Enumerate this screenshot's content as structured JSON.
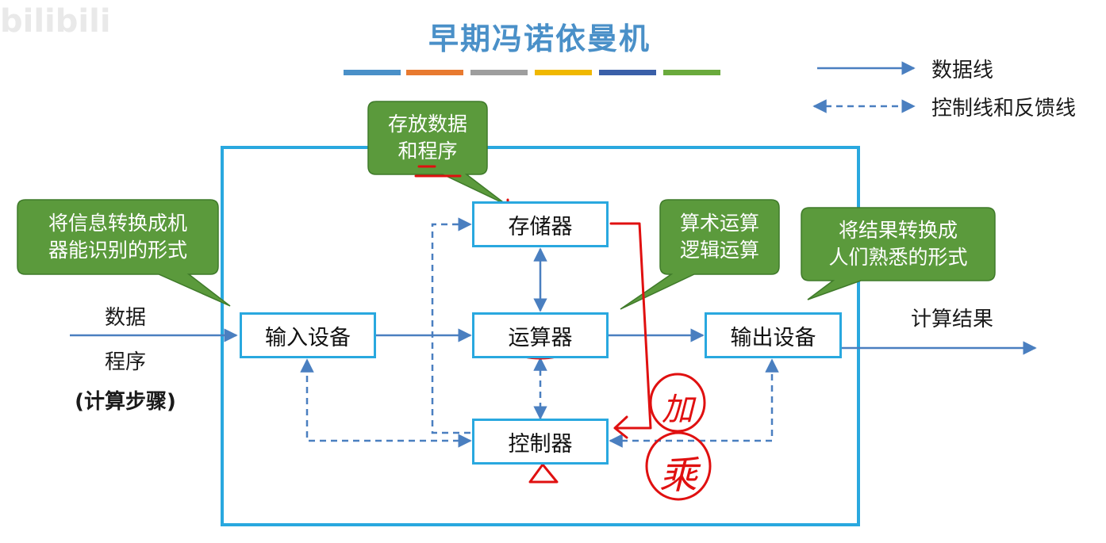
{
  "watermark": "bilibili",
  "title": "早期冯诺依曼机",
  "colors": {
    "accent": "#4a90c8",
    "frame": "#29a8df",
    "callout_fill": "#5b9a3c",
    "callout_stroke": "#3f7a2a",
    "arrow": "#4a7fc0",
    "annotation": "#e01010",
    "title_bars": [
      "#4a90c8",
      "#e87a30",
      "#9e9e9e",
      "#f0b800",
      "#3a5fa8",
      "#6aaa3c"
    ]
  },
  "legend": {
    "data_line": "数据线",
    "control_line": "控制线和反馈线"
  },
  "components": {
    "memory": "存储器",
    "alu": "运算器",
    "controller": "控制器",
    "input": "输入设备",
    "output": "输出设备"
  },
  "callouts": {
    "memory_note": [
      "存放数据",
      "和程序"
    ],
    "input_note": [
      "将信息转换成机",
      "器能识别的形式"
    ],
    "alu_note": [
      "算术运算",
      "逻辑运算"
    ],
    "output_note": [
      "将结果转换成",
      "人们熟悉的形式"
    ]
  },
  "inputs": {
    "data": "数据",
    "program": "程序",
    "steps": "(计算步骤)"
  },
  "output_label": "计算结果",
  "handwriting": {
    "char1": "加",
    "char2": "乘"
  }
}
